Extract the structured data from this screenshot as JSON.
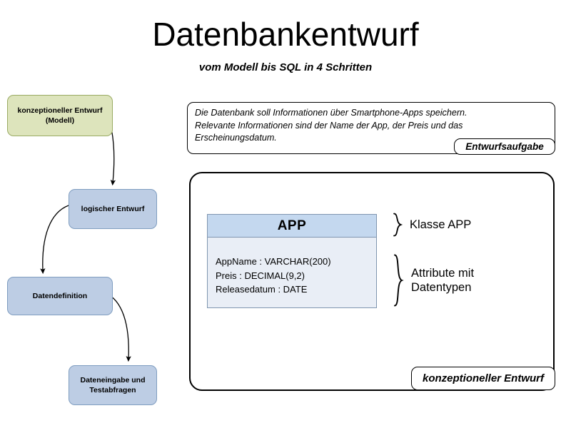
{
  "page": {
    "title": "Datenbankentwurf",
    "subtitle": "vom Modell bis SQL in 4 Schritten"
  },
  "colors": {
    "step_green_fill": "#dde4bc",
    "step_green_border": "#9aab63",
    "step_blue_fill": "#bdcde4",
    "step_blue_border": "#7f9dc0",
    "uml_header_fill": "#c4d8ef",
    "uml_body_fill": "#e9eef6",
    "uml_border": "#8096b0",
    "panel_border": "#000000",
    "background": "#ffffff"
  },
  "flowchart": {
    "steps": [
      {
        "label": "konzeptioneller\nEntwurf (Modell)",
        "color": "green"
      },
      {
        "label": "logischer Entwurf",
        "color": "blue"
      },
      {
        "label": "Datendefinition",
        "color": "blue"
      },
      {
        "label": "Dateneingabe und\nTestabfragen",
        "color": "blue"
      }
    ],
    "connector_icon": "curved-arrow-icon"
  },
  "task_panel": {
    "text": "Die Datenbank soll Informationen über Smartphone-Apps speichern.\nRelevante Informationen sind der Name der App, der Preis und das\nErscheinungsdatum.",
    "tab_label": "Entwurfsaufgabe"
  },
  "design_panel": {
    "tab_label": "konzeptioneller Entwurf",
    "uml_class": {
      "name": "APP",
      "attributes": [
        "AppName : VARCHAR(200)",
        "Preis : DECIMAL(9,2)",
        "Releasedatum : DATE"
      ]
    },
    "annotations": [
      {
        "label": "Klasse APP",
        "icon": "curly-brace-icon"
      },
      {
        "label": "Attribute mit\nDatentypen",
        "icon": "curly-brace-icon"
      }
    ]
  }
}
